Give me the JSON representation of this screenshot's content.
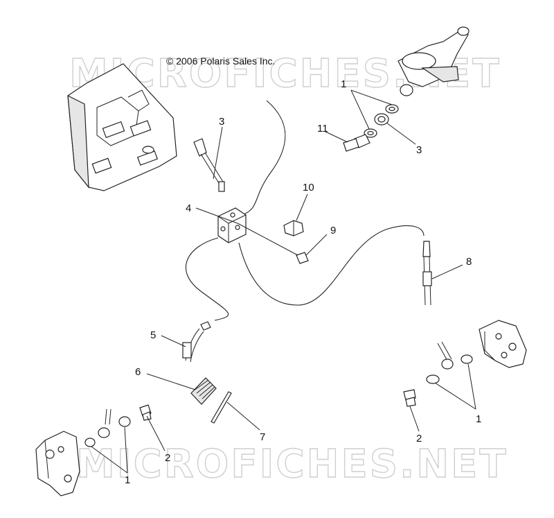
{
  "copyright": "© 2006 Polaris Sales Inc.",
  "watermarks": [
    "MICROFICHES.NET",
    "MICROFICHES.NET"
  ],
  "callouts": {
    "c1_top": "1",
    "c11": "11",
    "c3_right": "3",
    "c3_left": "3",
    "c10": "10",
    "c4": "4",
    "c9": "9",
    "c8": "8",
    "c5": "5",
    "c6": "6",
    "c7": "7",
    "c2_left": "2",
    "c1_left": "1",
    "c2_right": "2",
    "c1_right": "1"
  }
}
